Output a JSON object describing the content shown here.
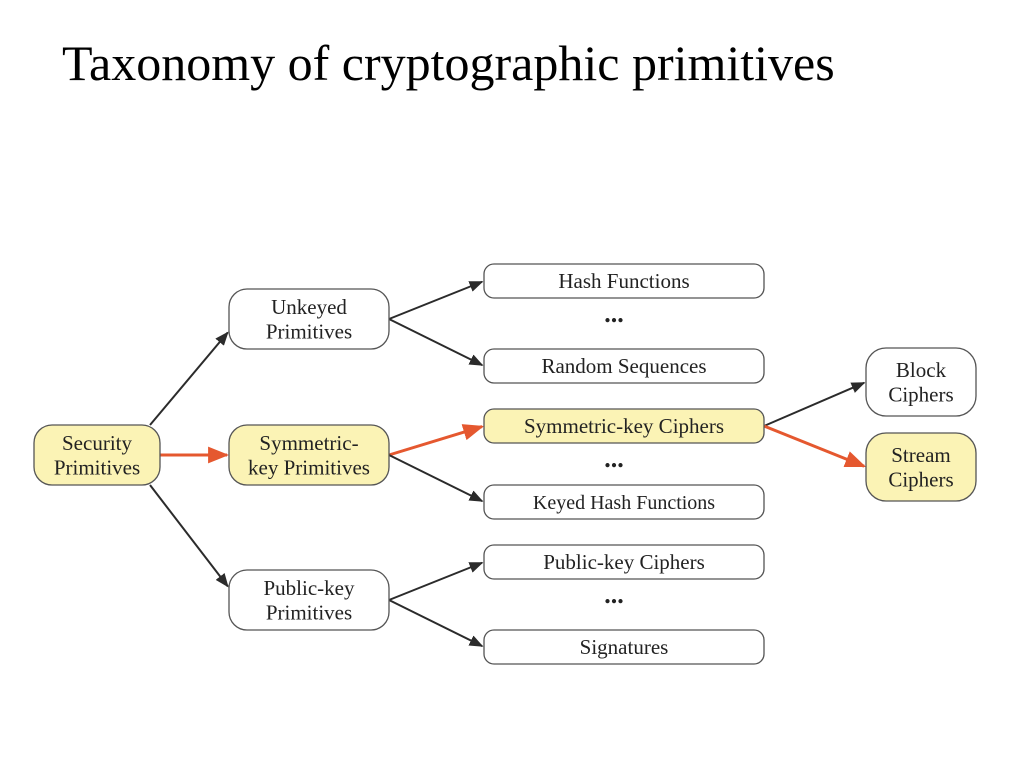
{
  "title": "Taxonomy of cryptographic primitives",
  "colors": {
    "highlight_fill": "#fbf3b5",
    "plain_fill": "#ffffff",
    "node_stroke": "#555555",
    "arrow_default": "#2b2b2b",
    "arrow_highlight": "#e5582f"
  },
  "nodes": {
    "security": {
      "lines": [
        "Security",
        "Primitives"
      ],
      "highlight": true
    },
    "unkeyed": {
      "lines": [
        "Unkeyed",
        "Primitives"
      ],
      "highlight": false
    },
    "symmetric": {
      "lines": [
        "Symmetric-",
        "key Primitives"
      ],
      "highlight": true
    },
    "publickey": {
      "lines": [
        "Public-key",
        "Primitives"
      ],
      "highlight": false
    },
    "hash": {
      "lines": [
        "Hash Functions"
      ],
      "highlight": false
    },
    "random": {
      "lines": [
        "Random Sequences"
      ],
      "highlight": false
    },
    "symciphers": {
      "lines": [
        "Symmetric-key Ciphers"
      ],
      "highlight": true
    },
    "keyedhash": {
      "lines": [
        "Keyed Hash Functions"
      ],
      "highlight": false
    },
    "pkciphers": {
      "lines": [
        "Public-key Ciphers"
      ],
      "highlight": false
    },
    "signatures": {
      "lines": [
        "Signatures"
      ],
      "highlight": false
    },
    "block": {
      "lines": [
        "Block",
        "Ciphers"
      ],
      "highlight": false
    },
    "stream": {
      "lines": [
        "Stream",
        "Ciphers"
      ],
      "highlight": true
    }
  },
  "ellipses": {
    "unkeyed_group": "...",
    "symmetric_group": "...",
    "publickey_group": "..."
  },
  "edges": [
    {
      "from": "security",
      "to": "unkeyed",
      "highlight": false
    },
    {
      "from": "security",
      "to": "symmetric",
      "highlight": true
    },
    {
      "from": "security",
      "to": "publickey",
      "highlight": false
    },
    {
      "from": "unkeyed",
      "to": "hash",
      "highlight": false
    },
    {
      "from": "unkeyed",
      "to": "random",
      "highlight": false
    },
    {
      "from": "symmetric",
      "to": "symciphers",
      "highlight": true
    },
    {
      "from": "symmetric",
      "to": "keyedhash",
      "highlight": false
    },
    {
      "from": "publickey",
      "to": "pkciphers",
      "highlight": false
    },
    {
      "from": "publickey",
      "to": "signatures",
      "highlight": false
    },
    {
      "from": "symciphers",
      "to": "block",
      "highlight": false
    },
    {
      "from": "symciphers",
      "to": "stream",
      "highlight": true
    }
  ]
}
